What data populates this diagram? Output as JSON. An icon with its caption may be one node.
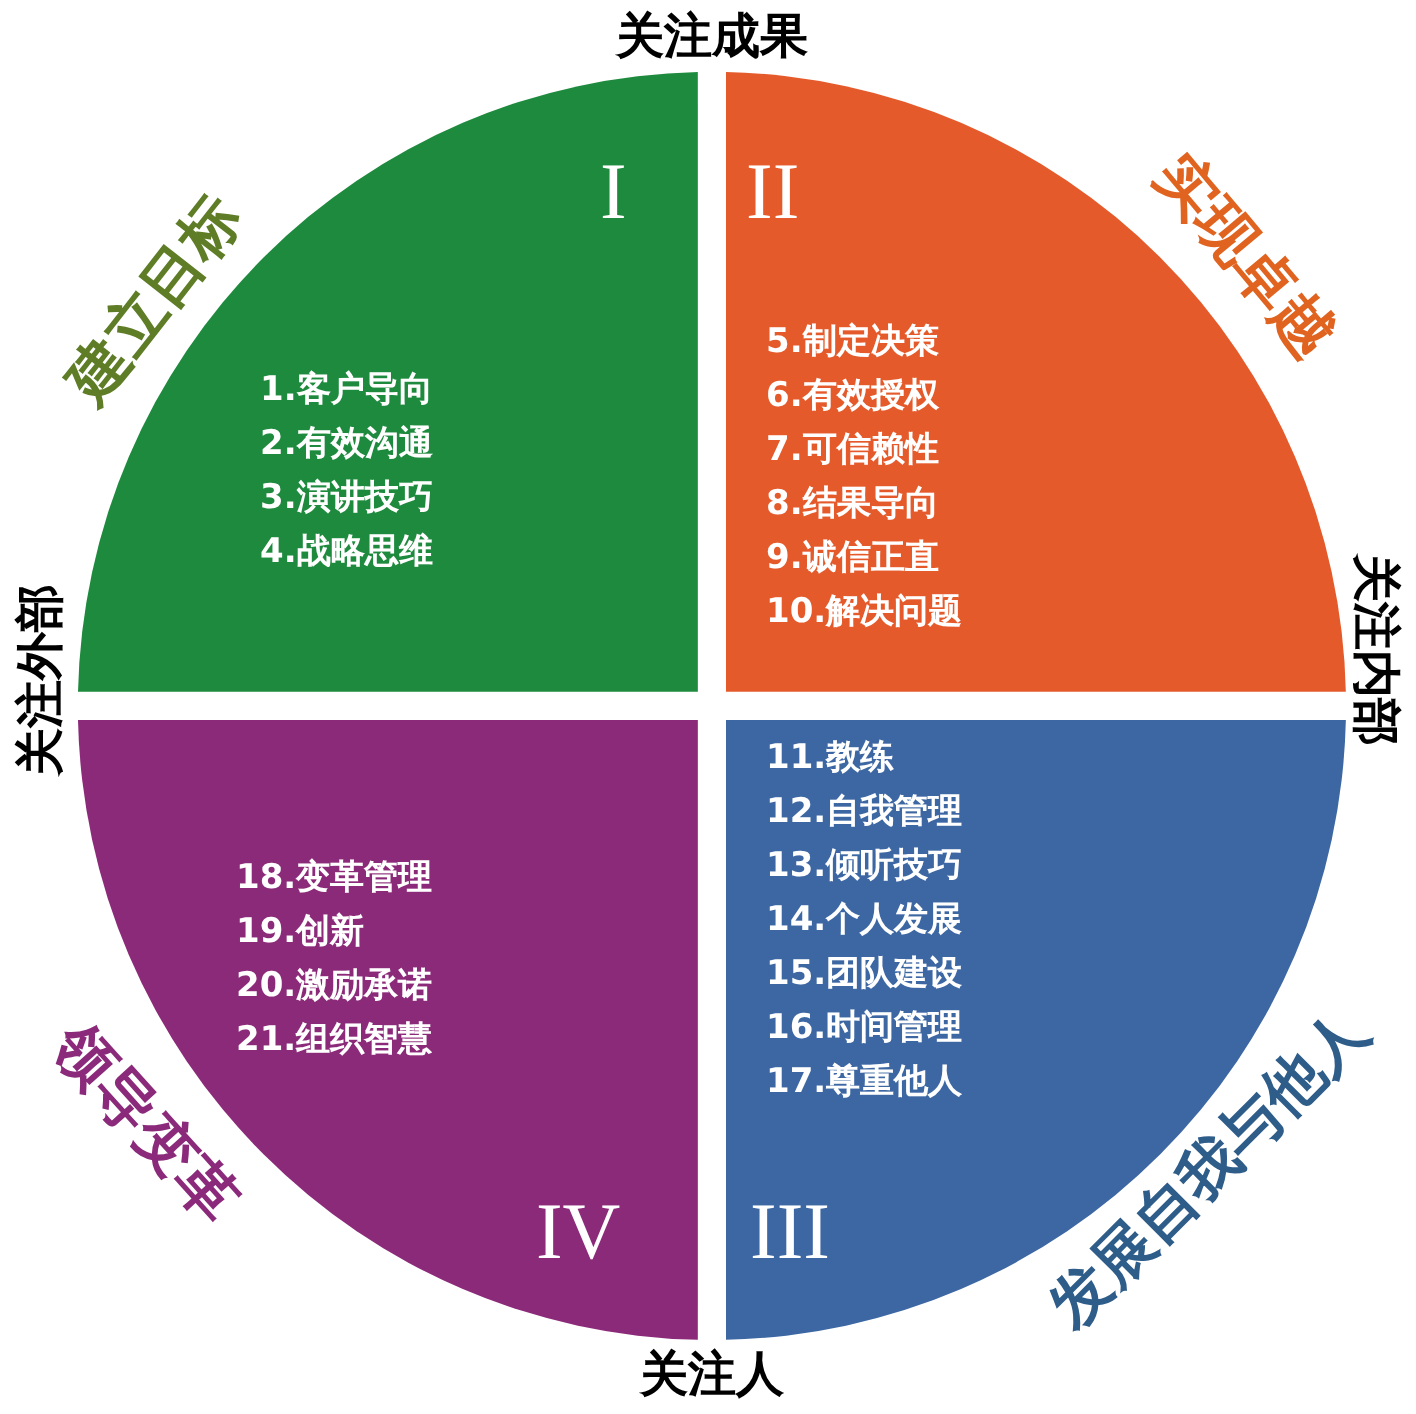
{
  "diagram": {
    "nodes": [
      {
        "text": [
          "I",
          "1.客户导向",
          "2.有效沟通",
          "3.演讲技巧",
          "4.战略思维"
        ],
        "beside": [
          "建立目标"
        ]
      },
      {
        "text": [
          "II",
          "5.制定决策",
          "6.有效授权",
          "7.可信赖性",
          "8.结果导向",
          "9.诚信正直",
          "10.解决问题"
        ],
        "beside": [
          "实现卓越"
        ]
      },
      {
        "text": [
          "18.变革管理",
          "19.创新",
          "20.激励承诺",
          "21.组织智慧",
          "IV"
        ],
        "beside": [
          "领导变革"
        ]
      },
      {
        "text": [
          "11.教练",
          "12.自我管理",
          "13.倾听技巧",
          "14.个人发展",
          "15.团队建设",
          "16.时间管理",
          "17.尊重他人",
          "III"
        ],
        "beside": [
          "发展自我与他人"
        ]
      }
    ],
    "labels": [
      "关注成果",
      "关注外部",
      "关注内部",
      "关注人"
    ]
  }
}
